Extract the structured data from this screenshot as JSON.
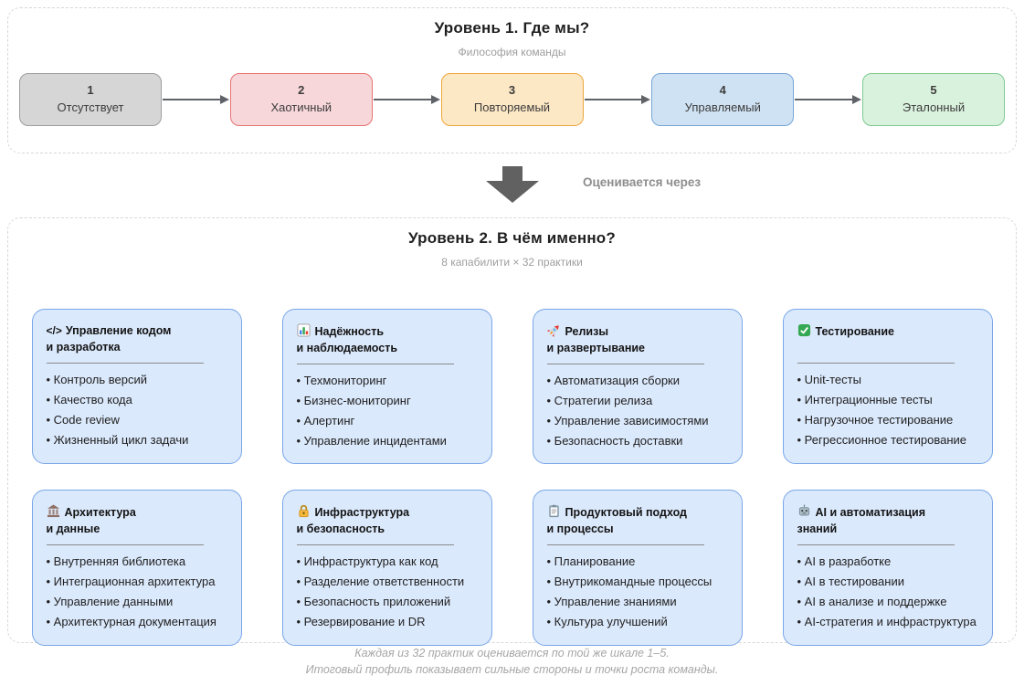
{
  "level1": {
    "title": "Уровень 1. Где мы?",
    "subtitle": "Философия команды",
    "stages": [
      {
        "number": "1",
        "label": "Отсутствует",
        "fill": "#d6d6d6",
        "border": "#9e9e9e"
      },
      {
        "number": "2",
        "label": "Хаотичный",
        "fill": "#f8d7da",
        "border": "#e57373"
      },
      {
        "number": "3",
        "label": "Повторяемый",
        "fill": "#fce8c5",
        "border": "#eda73d"
      },
      {
        "number": "4",
        "label": "Управляемый",
        "fill": "#cfe2f3",
        "border": "#76a5d7"
      },
      {
        "number": "5",
        "label": "Эталонный",
        "fill": "#d9f2dd",
        "border": "#7fc98f"
      }
    ]
  },
  "connector": {
    "label": "Оценивается через"
  },
  "level2": {
    "title": "Уровень 2. В чём именно?",
    "subtitle": "8 капабилити × 32 практики",
    "card_fill": "#dbe9fc",
    "card_border": "#79a6e8",
    "cards": [
      {
        "icon": "code-icon",
        "icon_glyph": "</>",
        "title1": "Управление кодом",
        "title2": "и разработка",
        "items": [
          "Контроль версий",
          "Качество кода",
          "Code review",
          "Жизненный цикл задачи"
        ]
      },
      {
        "icon": "bar-chart-icon",
        "title1": "Надёжность",
        "title2": "и наблюдаемость",
        "items": [
          "Техмониторинг",
          "Бизнес-мониторинг",
          "Алертинг",
          "Управление инцидентами"
        ]
      },
      {
        "icon": "rocket-icon",
        "title1": "Релизы",
        "title2": "и развертывание",
        "items": [
          "Автоматизация сборки",
          "Стратегии релиза",
          "Управление зависимостями",
          "Безопасность доставки"
        ]
      },
      {
        "icon": "check-icon",
        "title1": "Тестирование",
        "title2": "",
        "items": [
          "Unit-тесты",
          "Интеграционные тесты",
          "Нагрузочное тестирование",
          "Регрессионное тестирование"
        ]
      },
      {
        "icon": "building-icon",
        "title1": "Архитектура",
        "title2": "и данные",
        "items": [
          "Внутренняя библиотека",
          "Интеграционная архитектура",
          "Управление данными",
          "Архитектурная документация"
        ]
      },
      {
        "icon": "lock-icon",
        "title1": "Инфраструктура",
        "title2": "и безопасность",
        "items": [
          "Инфраструктура как код",
          "Разделение ответственности",
          "Безопасность приложений",
          "Резервирование и DR"
        ]
      },
      {
        "icon": "clipboard-icon",
        "title1": "Продуктовый подход",
        "title2": "и процессы",
        "items": [
          "Планирование",
          "Внутрикомандные процессы",
          "Управление знаниями",
          "Культура улучшений"
        ]
      },
      {
        "icon": "robot-icon",
        "title1": "AI и автоматизация",
        "title2": "знаний",
        "items": [
          "AI в разработке",
          "AI в тестировании",
          "AI в анализе и поддержке",
          "AI-стратегия и инфраструктура"
        ]
      }
    ]
  },
  "footer": {
    "line1": "Каждая из 32 практик оценивается по той же шкале 1–5.",
    "line2": "Итоговый профиль показывает сильные стороны и точки роста команды."
  }
}
